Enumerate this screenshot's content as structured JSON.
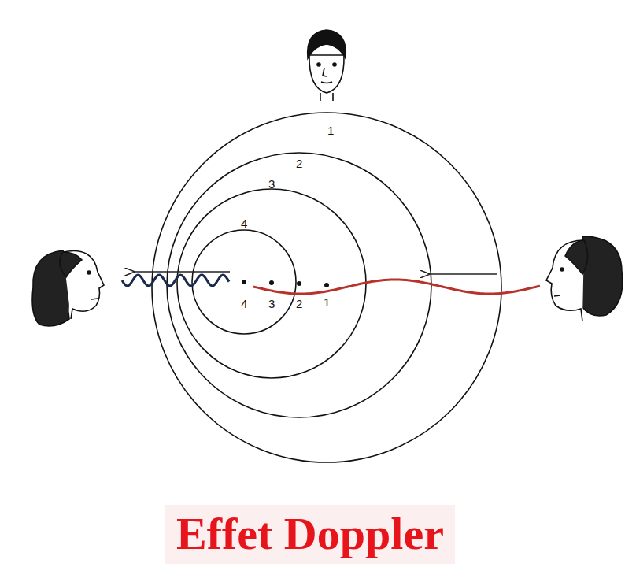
{
  "diagram": {
    "caption": "Effet Doppler",
    "labels": [
      "1",
      "2",
      "3",
      "4",
      "4",
      "3",
      "2",
      "1"
    ]
  }
}
